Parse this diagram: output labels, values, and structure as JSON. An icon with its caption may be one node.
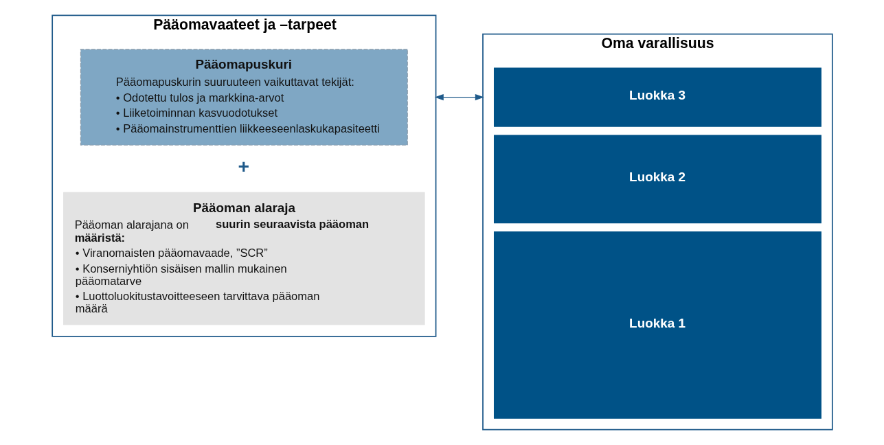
{
  "diagram": {
    "nodes": [
      {
        "text": [
          "Pääomavaateet ja –tarpeet"
        ]
      },
      {
        "text": [
          "Pääomapuskuri",
          "Pääomapuskurin suuruuteen vaikuttavat tekijät:",
          "• Odotettu tulos ja markkina-arvot",
          "• Liiketoiminnan kasvuodotukset",
          "• Pääomainstrumenttien liikkeeseenlaskukapasiteetti"
        ],
        "in": 0
      },
      {
        "text": [
          "Pääoman alaraja",
          "Pääoman alarajana on **suurin seuraavista pääoman määristä:**",
          "• Viranomaisten pääomavaade, ”SCR”",
          "• Konserniyhtiön sisäisen mallin mukainen pääomatarve",
          "• Luottoluokitustavoitteeseen tarvittava pääoman määrä"
        ],
        "in": 0
      },
      {
        "text": [
          "Oma varallisuus"
        ]
      },
      {
        "text": [
          "Luokka 3"
        ],
        "in": 3
      },
      {
        "text": [
          "Luokka 2"
        ],
        "in": 3
      },
      {
        "text": [
          "Luokka 1"
        ],
        "in": 3
      }
    ],
    "edges": [
      {
        "from": 0,
        "to": 3,
        "arrow": "both"
      }
    ],
    "labels": [
      "+"
    ]
  }
}
